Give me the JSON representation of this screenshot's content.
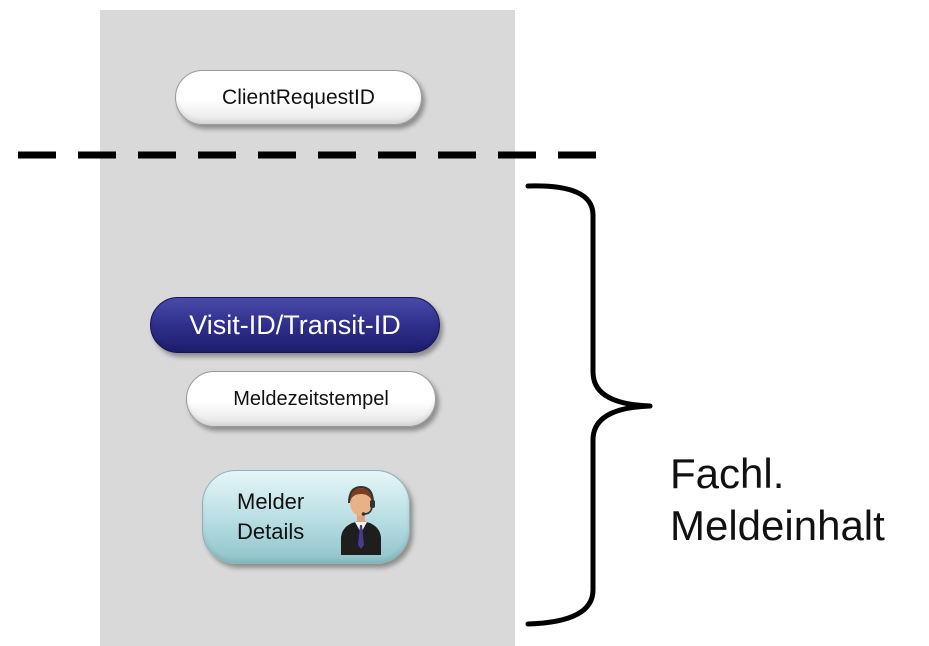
{
  "panel": {
    "color": "#d9d9d9"
  },
  "fields": {
    "client_request_id": "ClientRequestID",
    "visit_transit_id": "Visit-ID/Transit-ID",
    "meldezeitstempel": "Meldezeitstempel",
    "melder_line1": "Melder",
    "melder_line2": "Details"
  },
  "brace_label": {
    "line1": "Fachl.",
    "line2": "Meldeinhalt"
  },
  "icons": {
    "melder": "person-headset-icon"
  },
  "colors": {
    "visit_pill": "#2f2f8c",
    "melder_pill": "#b6dde2",
    "divider": "#000000"
  }
}
